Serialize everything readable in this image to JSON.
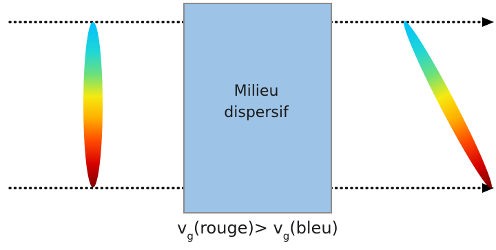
{
  "medium": {
    "line1": "Milieu",
    "line2": "dispersif",
    "fill": "#9dc3e6",
    "border": "#8a8a8a"
  },
  "caption": {
    "part1_v": "v",
    "part1_sub": "g",
    "part1_text": "(rouge)> ",
    "part2_v": "v",
    "part2_sub": "g",
    "part2_text": "(bleu)"
  },
  "colors": {
    "beam": "#000000",
    "pulse_top": "#00bfff",
    "pulse_mid": "#ffff00",
    "pulse_bottom": "#8b0000"
  },
  "icons": {
    "arrow_top": "arrow-right-icon",
    "arrow_bottom": "arrow-right-icon"
  }
}
